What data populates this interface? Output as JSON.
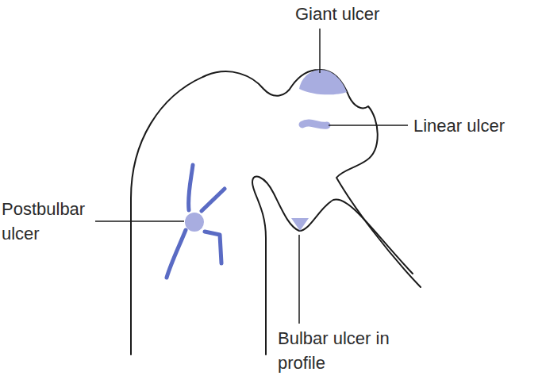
{
  "diagram": {
    "labels": [
      "Giant ulcer",
      "Linear ulcer",
      "Postbulbar ulcer",
      "Bulbar ulcer in profile"
    ]
  }
}
